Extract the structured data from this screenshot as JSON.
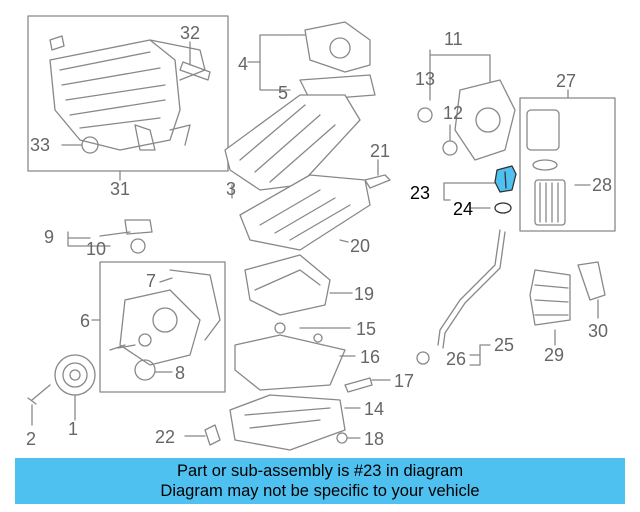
{
  "callouts": [
    {
      "id": "1",
      "label": "1"
    },
    {
      "id": "2",
      "label": "2"
    },
    {
      "id": "3",
      "label": "3"
    },
    {
      "id": "4",
      "label": "4"
    },
    {
      "id": "5",
      "label": "5"
    },
    {
      "id": "6",
      "label": "6"
    },
    {
      "id": "7",
      "label": "7"
    },
    {
      "id": "8",
      "label": "8"
    },
    {
      "id": "9",
      "label": "9"
    },
    {
      "id": "10",
      "label": "10"
    },
    {
      "id": "11",
      "label": "11"
    },
    {
      "id": "12",
      "label": "12"
    },
    {
      "id": "13",
      "label": "13"
    },
    {
      "id": "14",
      "label": "14"
    },
    {
      "id": "15",
      "label": "15"
    },
    {
      "id": "16",
      "label": "16"
    },
    {
      "id": "17",
      "label": "17"
    },
    {
      "id": "18",
      "label": "18"
    },
    {
      "id": "19",
      "label": "19"
    },
    {
      "id": "20",
      "label": "20"
    },
    {
      "id": "21",
      "label": "21"
    },
    {
      "id": "22",
      "label": "22"
    },
    {
      "id": "23",
      "label": "23"
    },
    {
      "id": "24",
      "label": "24"
    },
    {
      "id": "25",
      "label": "25"
    },
    {
      "id": "26",
      "label": "26"
    },
    {
      "id": "27",
      "label": "27"
    },
    {
      "id": "28",
      "label": "28"
    },
    {
      "id": "29",
      "label": "29"
    },
    {
      "id": "30",
      "label": "30"
    },
    {
      "id": "31",
      "label": "31"
    },
    {
      "id": "32",
      "label": "32"
    },
    {
      "id": "33",
      "label": "33"
    }
  ],
  "highlighted_part": "23",
  "colors": {
    "highlight": "#4fc1f0",
    "line": "#888888",
    "part_fill": "#ffffff",
    "banner": "#4fc1f0"
  },
  "banner": {
    "line1": "Part or sub-assembly is #23 in diagram",
    "line2": "Diagram may not be specific to your vehicle"
  }
}
